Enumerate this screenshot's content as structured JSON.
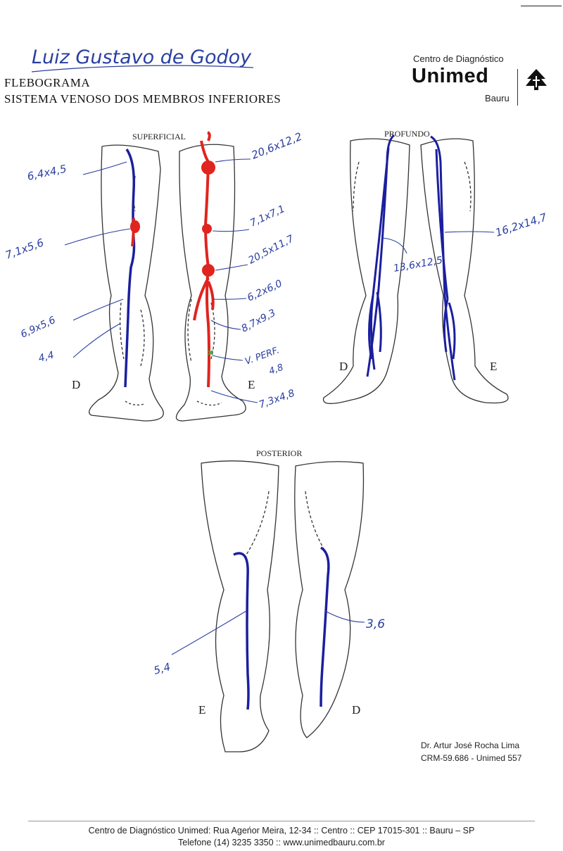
{
  "patient_name_handwritten": "Luiz Gustavo de Godoy",
  "header": {
    "title": "FLEBOGRAMA",
    "subtitle": "SISTEMA VENOSO DOS MEMBROS INFERIORES"
  },
  "logo": {
    "subtitle": "Centro de Diagnóstico",
    "name": "Unimed",
    "city": "Bauru"
  },
  "sections": {
    "superficial": "SUPERFICIAL",
    "profundo": "PROFUNDO",
    "posterior": "POSTERIOR"
  },
  "side_labels": {
    "superficial_right": "D",
    "superficial_left": "E",
    "profundo_right": "D",
    "profundo_left": "E",
    "posterior_left": "E",
    "posterior_right": "D"
  },
  "annotations": {
    "sup_right_thigh": "6,4x4,5",
    "sup_right_knee": "7,1x5,6",
    "sup_right_calf_upper": "6,9x5,6",
    "sup_right_calf_lower": "4,4",
    "sup_left_groin": "20,6x12,2",
    "sup_left_thigh": "7,1x7,1",
    "sup_left_knee": "20,5x11,7",
    "sup_left_calf_upper": "6,2x6,0",
    "sup_left_calf_mid": "8,7x9,3",
    "sup_left_perf_line1": "V. PERF.",
    "sup_left_perf_line2": "4,8",
    "sup_left_ankle": "7,3x4,8",
    "prof_right": "13,6x12,5",
    "prof_left": "16,2x14,7",
    "post_left": "5,4",
    "post_right": "3,6"
  },
  "signature": {
    "name": "Dr. Artur José Rocha Lima",
    "crm": "CRM-59.686 - Unimed 557"
  },
  "footer": {
    "line1": "Centro de Diagnóstico Unimed: Rua Ageńor Meira, 12-34 :: Centro :: CEP 17015-301 :: Bauru – SP",
    "line2": "Telefone (14) 3235 3350 :: www.unimedbauru.com.br"
  },
  "colors": {
    "vein_blue": "#1b1f9e",
    "vein_red": "#e0241f",
    "handwriting_blue": "#2a3fa0",
    "outline": "#333333"
  }
}
